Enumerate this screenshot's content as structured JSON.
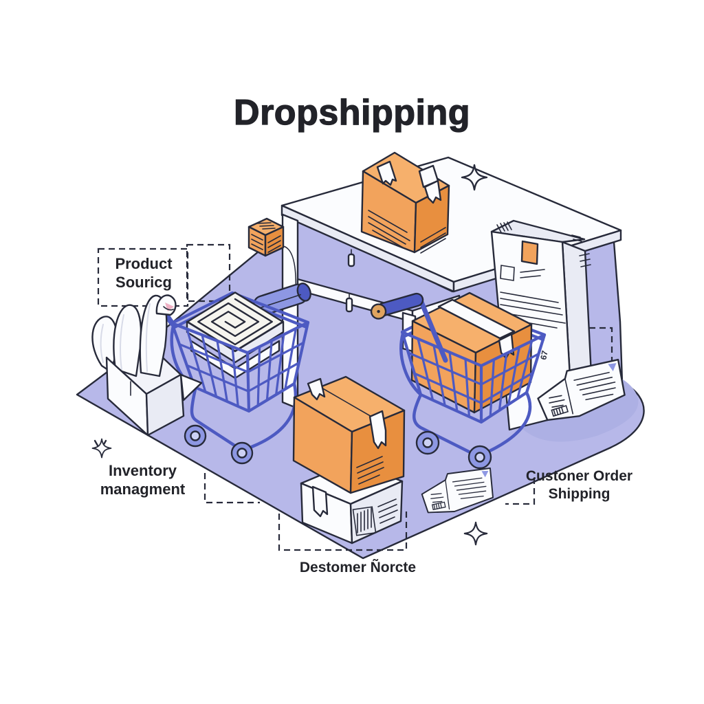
{
  "title": "Dropshipping",
  "labels": {
    "product_sourcing": "Product Souricg",
    "inventory_management": "Inventory managment",
    "customer_order_shipping": "Custoner Order Shipping",
    "destination_note": "Destomer Ñorcte"
  },
  "envelope_mark": "67",
  "icons": {
    "sparkle": "four-point-star",
    "arrow_down": "chevron-down"
  },
  "colors": {
    "background": "#ffffff",
    "floor": "#b7b8e9",
    "floor_shadow": "#adb0e4",
    "ink": "#272a3a",
    "cart_blue": "#4d5ac2",
    "cart_blue_light": "#8d97e3",
    "orange": "#f2a35c",
    "orange_dark": "#e88f3f",
    "orange_light": "#f6b06c",
    "white_surface": "#fbfcfe",
    "paper_shade": "#e9ebf4",
    "text": "#222329",
    "accent_pink": "#eeb0c4"
  }
}
